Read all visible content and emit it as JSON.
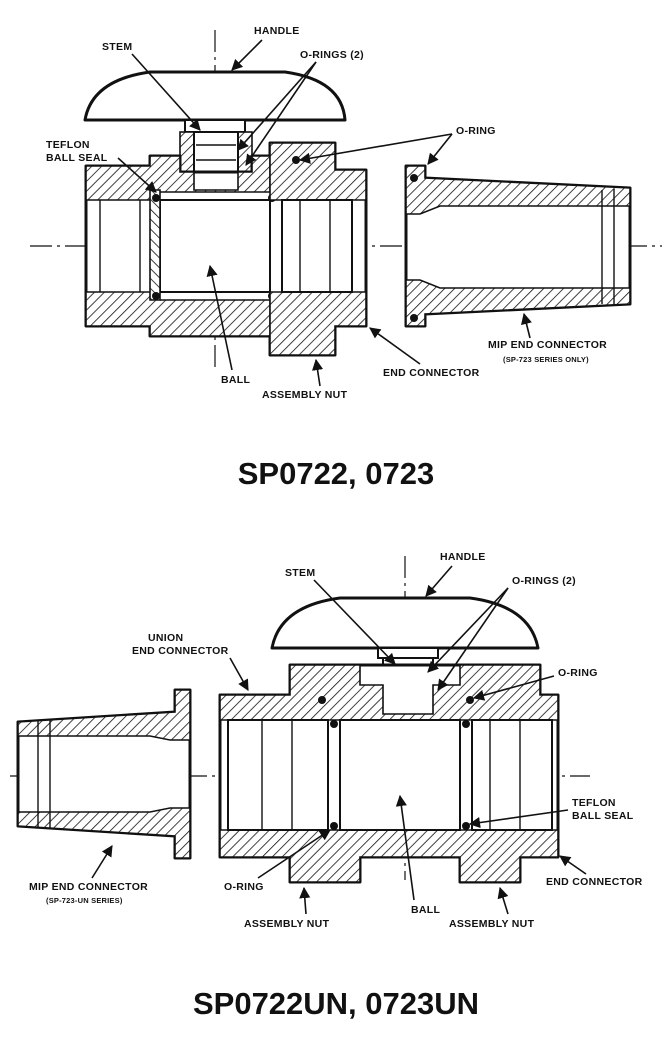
{
  "diagram1": {
    "title": "SP0722, 0723",
    "labels": {
      "handle": "HANDLE",
      "stem": "STEM",
      "o_rings": "O-RINGS (2)",
      "teflon_line1": "TEFLON",
      "teflon_line2": "BALL SEAL",
      "o_ring": "O-RING",
      "mip_line1": "MIP END CONNECTOR",
      "mip_line2": "(SP-723 SERIES ONLY)",
      "end_connector": "END CONNECTOR",
      "ball": "BALL",
      "assembly_nut": "ASSEMBLY NUT"
    }
  },
  "diagram2": {
    "title": "SP0722UN, 0723UN",
    "labels": {
      "handle": "HANDLE",
      "stem": "STEM",
      "o_rings": "O-RINGS (2)",
      "union_line1": "UNION",
      "union_line2": "END CONNECTOR",
      "o_ring_top": "O-RING",
      "teflon_line1": "TEFLON",
      "teflon_line2": "BALL SEAL",
      "mip_line1": "MIP END CONNECTOR",
      "mip_line2": "(SP-723-UN SERIES)",
      "o_ring_bottom": "O-RING",
      "ball": "BALL",
      "end_connector": "END CONNECTOR",
      "assembly_nut_left": "ASSEMBLY NUT",
      "assembly_nut_right": "ASSEMBLY NUT"
    }
  }
}
